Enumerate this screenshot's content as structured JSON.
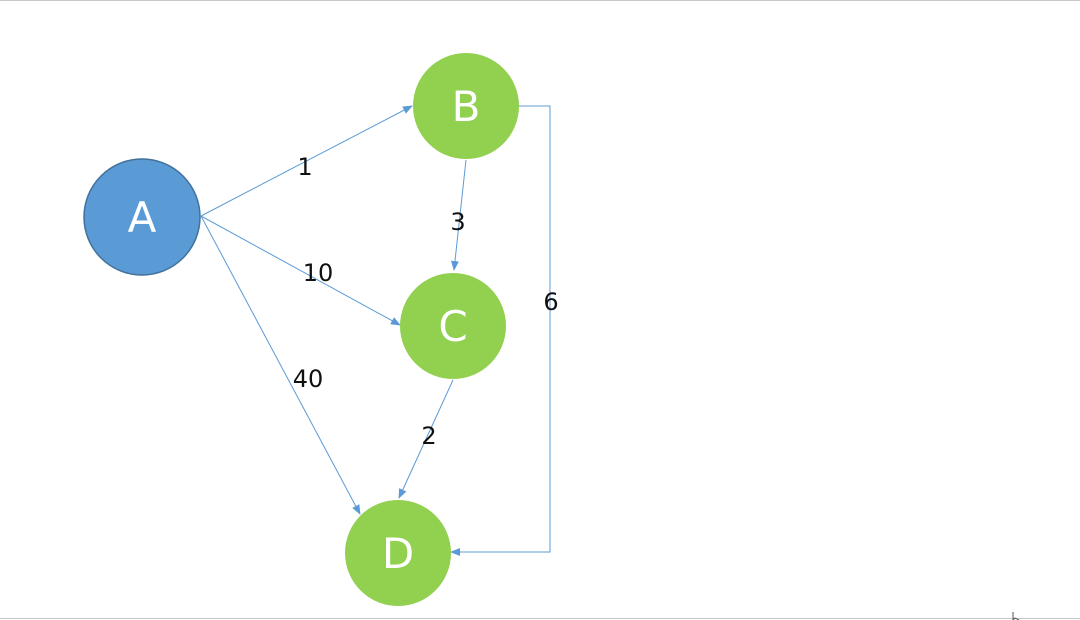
{
  "colors": {
    "source_node": "#5b9bd5",
    "source_node_stroke": "#41719c",
    "node": "#92d050",
    "edge": "#5b9bd5",
    "node_text": "#ffffff",
    "edge_text": "#111111",
    "border": "#c8c8c8"
  },
  "nodes": [
    {
      "id": "A",
      "label": "A",
      "kind": "source"
    },
    {
      "id": "B",
      "label": "B",
      "kind": "normal"
    },
    {
      "id": "C",
      "label": "C",
      "kind": "normal"
    },
    {
      "id": "D",
      "label": "D",
      "kind": "normal"
    }
  ],
  "edges": [
    {
      "from": "A",
      "to": "B",
      "weight": "1"
    },
    {
      "from": "A",
      "to": "C",
      "weight": "10"
    },
    {
      "from": "A",
      "to": "D",
      "weight": "40"
    },
    {
      "from": "B",
      "to": "C",
      "weight": "3"
    },
    {
      "from": "C",
      "to": "D",
      "weight": "2"
    },
    {
      "from": "B",
      "to": "D",
      "weight": "6"
    }
  ]
}
